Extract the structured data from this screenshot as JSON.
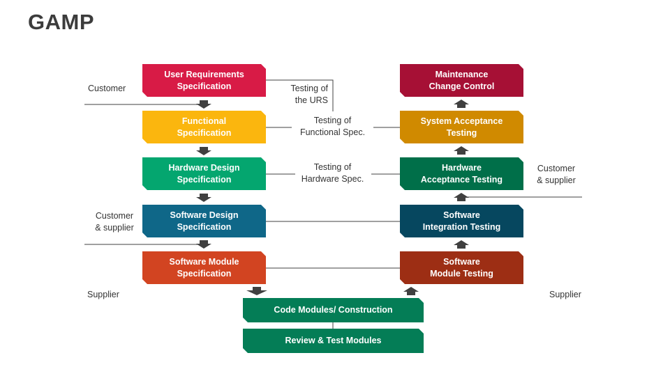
{
  "title": "GAMP",
  "colors": {
    "urs": "#d81b46",
    "functional": "#fbb60e",
    "hardware_design": "#04a66f",
    "software_design": "#0f6788",
    "software_module": "#d24421",
    "maintenance": "#a61035",
    "system_acceptance": "#d08a00",
    "hardware_acceptance": "#006f49",
    "integration": "#06475f",
    "module_testing": "#9d2e14",
    "code_modules": "#047d56",
    "review": "#047d56",
    "arrow": "#404040",
    "line": "#404040"
  },
  "left": {
    "urs": "User Requirements\nSpecification",
    "functional": "Functional\nSpecification",
    "hardware_design": "Hardware Design\nSpecification",
    "software_design": "Software Design\nSpecification",
    "software_module": "Software Module\nSpecification"
  },
  "right": {
    "maintenance": "Maintenance\nChange Control",
    "system_acceptance": "System Acceptance\nTesting",
    "hardware_acceptance": "Hardware\nAcceptance Testing",
    "integration": "Software\nIntegration Testing",
    "module_testing": "Software\nModule Testing"
  },
  "bottom": {
    "code_modules": "Code Modules/ Construction",
    "review": "Review & Test Modules"
  },
  "middle_labels": {
    "testing_urs": "Testing of\nthe URS",
    "testing_functional": "Testing of\nFunctional Spec.",
    "testing_hardware": "Testing of\nHardware Spec."
  },
  "side_labels": {
    "customer": "Customer",
    "customer_supplier_left": "Customer\n& supplier",
    "supplier_left": "Supplier",
    "customer_supplier_right": "Customer\n& supplier",
    "supplier_right": "Supplier"
  }
}
